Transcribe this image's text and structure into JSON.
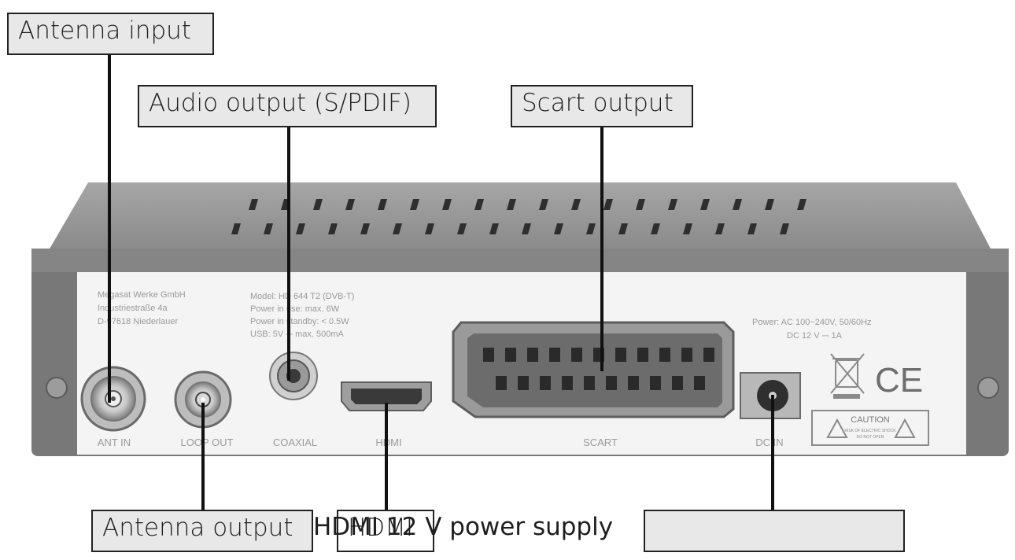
{
  "callouts": {
    "antenna_input": "Antenna input",
    "audio_output": "Audio output (S/PDIF)",
    "scart_output": "Scart output",
    "antenna_output": "Antenna output",
    "hdmi": "HDMI",
    "dc_power": ""
  },
  "caption_text": "HDMI 12 V power supply",
  "device": {
    "manufacturer": [
      "Megasat Werke GmbH",
      "Industriestraße 4a",
      "D-97618 Niederlauer"
    ],
    "specs": [
      "Model: HD 644 T2 (DVB-T)",
      "Power in use: max. 6W",
      "Power in standby: < 0.5W",
      "USB: 5V ⎓ max. 500mA"
    ],
    "power_info": [
      "Power: AC 100~240V, 50/60Hz",
      "DC 12 V ⎓ 1A"
    ],
    "port_labels": {
      "ant_in": "ANT IN",
      "loop_out": "LOOP OUT",
      "coaxial": "COAXIAL",
      "hdmi": "HDMI",
      "scart": "SCART",
      "dc_in": "DC IN"
    },
    "ce_mark": "CE",
    "caution_title": "CAUTION",
    "caution_text": [
      "RISK OF ELECTRIC SHOCK",
      "DO NOT OPEN"
    ]
  },
  "colors": {
    "panel": "#f4f4f4",
    "housing": "#7a7a7a",
    "label_bg": "#e8e8e8",
    "leader": "#111111"
  }
}
